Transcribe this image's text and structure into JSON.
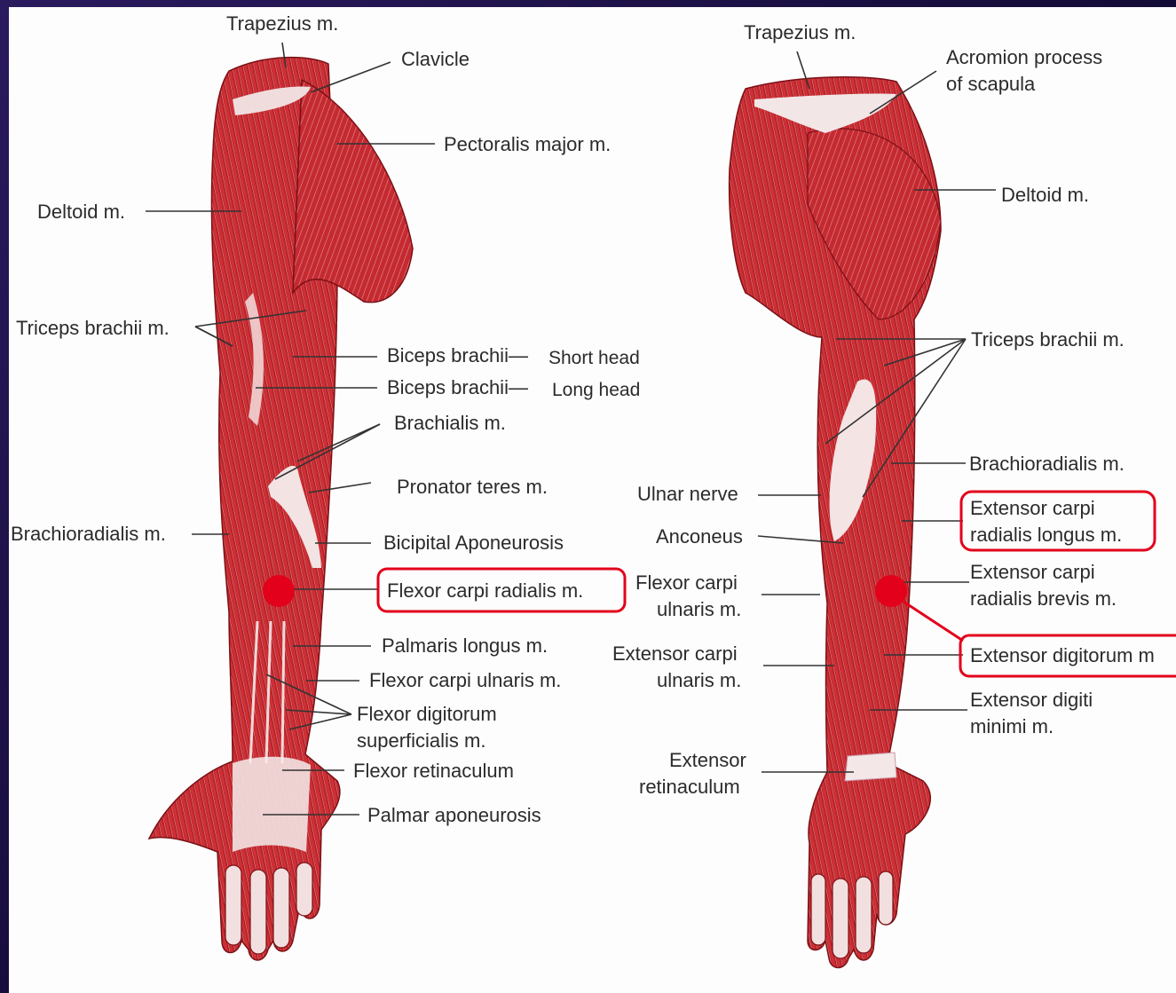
{
  "colors": {
    "highlight": "#e3001b",
    "muscle": "#c8242c",
    "tendon": "#f2e6e6",
    "background": "#fdfdfd",
    "frame": "#1d1048"
  },
  "anterior_view": {
    "labels": {
      "trapezius": "Trapezius m.",
      "clavicle": "Clavicle",
      "pectoralis_major": "Pectoralis major m.",
      "deltoid": "Deltoid m.",
      "triceps_brachii": "Triceps brachii m.",
      "biceps_short_a": "Biceps brachii—",
      "biceps_short_b": "Short head",
      "biceps_long_a": "Biceps brachii—",
      "biceps_long_b": "Long head",
      "brachialis": "Brachialis m.",
      "pronator_teres": "Pronator teres m.",
      "brachioradialis": "Brachioradialis m.",
      "bicipital_aponeurosis": "Bicipital Aponeurosis",
      "flexor_carpi_radialis": "Flexor carpi radialis m.",
      "palmaris_longus": "Palmaris longus m.",
      "flexor_carpi_ulnaris": "Flexor carpi ulnaris m.",
      "flexor_digitorum_1": "Flexor digitorum",
      "flexor_digitorum_2": "superficialis m.",
      "flexor_retinaculum": "Flexor retinaculum",
      "palmar_aponeurosis": "Palmar aponeurosis"
    }
  },
  "posterior_view": {
    "labels": {
      "trapezius": "Trapezius m.",
      "acromion_1": "Acromion process",
      "acromion_2": "of scapula",
      "deltoid": "Deltoid m.",
      "triceps_brachii": "Triceps brachii m.",
      "brachioradialis": "Brachioradialis m.",
      "ulnar_nerve": "Ulnar nerve",
      "ecrl_1": "Extensor carpi",
      "ecrl_2": "radialis longus m.",
      "anconeus": "Anconeus",
      "ecrb_1": "Extensor carpi",
      "ecrb_2": "radialis brevis m.",
      "fcu_1": "Flexor carpi",
      "fcu_2": "ulnaris m.",
      "ecu_1": "Extensor carpi",
      "ecu_2": "ulnaris m.",
      "extensor_digitorum": "Extensor digitorum m",
      "edm_1": "Extensor digiti",
      "edm_2": "minimi m.",
      "ext_ret_1": "Extensor",
      "ext_ret_2": "retinaculum"
    }
  }
}
